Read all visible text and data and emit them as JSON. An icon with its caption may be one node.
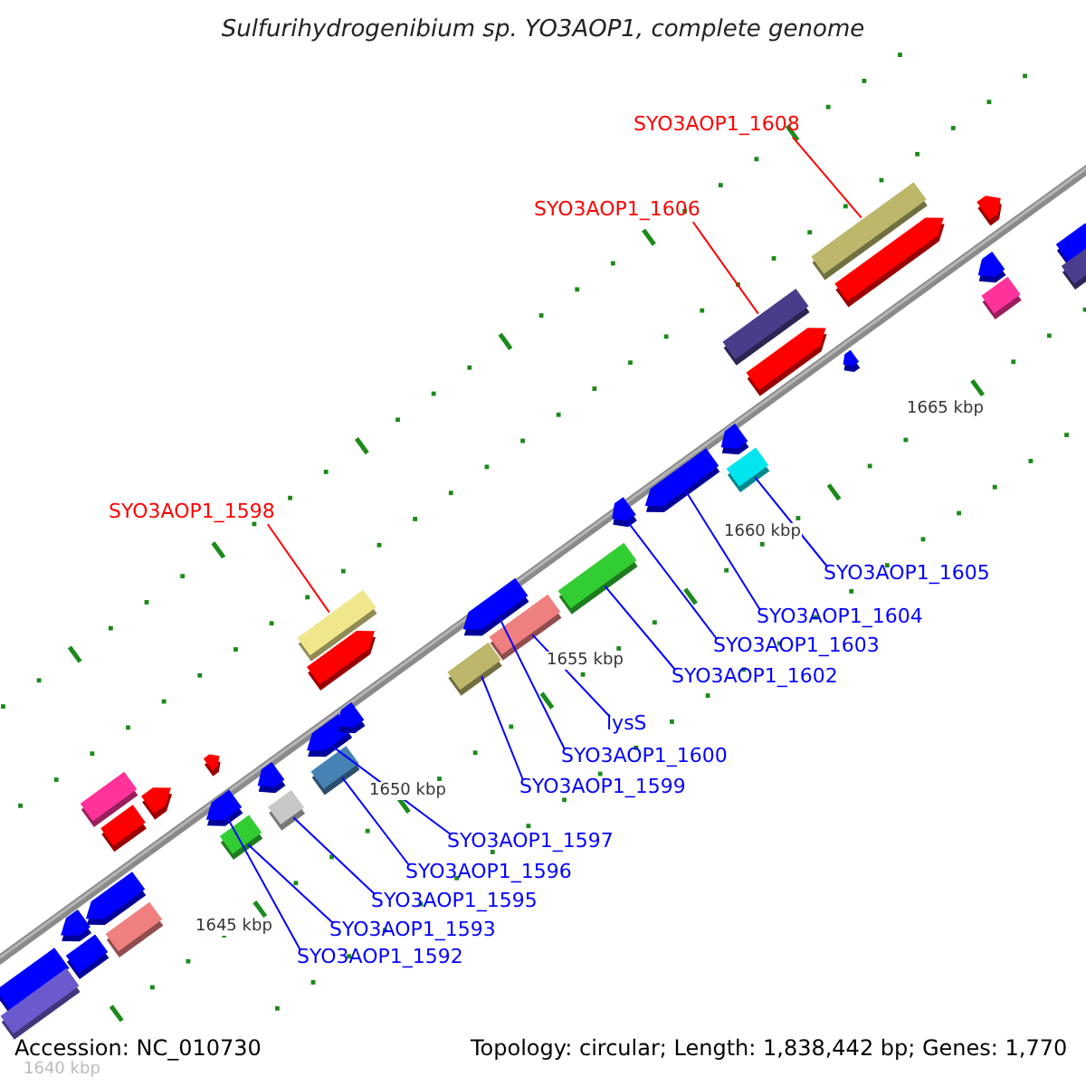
{
  "diagram": {
    "title": "Sulfurihydrogenibium sp. YO3AOP1, complete genome",
    "nodes": [
      {
        "text": [
          "SYO3AOP1_1608"
        ]
      },
      {
        "text": [
          "SYO3AOP1_1606"
        ]
      },
      {
        "text": [
          "SYO3AOP1_1598"
        ]
      },
      {
        "text": [
          "SYO3AOP1_1605"
        ]
      },
      {
        "text": [
          "SYO3AOP1_1604"
        ]
      },
      {
        "text": [
          "SYO3AOP1_1603"
        ]
      },
      {
        "text": [
          "SYO3AOP1_1602"
        ]
      },
      {
        "text": [
          "lysS"
        ]
      },
      {
        "text": [
          "SYO3AOP1_1600"
        ]
      },
      {
        "text": [
          "SYO3AOP1_1599"
        ]
      },
      {
        "text": [
          "SYO3AOP1_1597"
        ]
      },
      {
        "text": [
          "SYO3AOP1_1596"
        ]
      },
      {
        "text": [
          "SYO3AOP1_1595"
        ]
      },
      {
        "text": [
          "SYO3AOP1_1593"
        ]
      },
      {
        "text": [
          "SYO3AOP1_1592"
        ]
      },
      {
        "text": [],
        "shape": "box"
      },
      {
        "text": [],
        "shape": "box"
      },
      {
        "text": [],
        "shape": "box"
      },
      {
        "text": [],
        "shape": "box"
      },
      {
        "text": [],
        "shape": "arrow"
      },
      {
        "text": [],
        "shape": "arrow"
      },
      {
        "text": [],
        "shape": "box"
      },
      {
        "text": [],
        "shape": "box"
      },
      {
        "text": [],
        "shape": "arrow"
      },
      {
        "text": [],
        "shape": "box"
      },
      {
        "text": [],
        "shape": "arrow"
      },
      {
        "text": [],
        "shape": "box"
      },
      {
        "text": [],
        "shape": "box"
      },
      {
        "text": [],
        "shape": "box"
      },
      {
        "text": [],
        "shape": "arrow"
      },
      {
        "text": [],
        "shape": "box"
      },
      {
        "text": [],
        "shape": "box"
      },
      {
        "text": [],
        "shape": "arrow"
      },
      {
        "text": [],
        "shape": "box"
      },
      {
        "text": [],
        "shape": "box"
      },
      {
        "text": [],
        "shape": "arrow"
      },
      {
        "text": [],
        "shape": "box"
      },
      {
        "text": [],
        "shape": "box"
      },
      {
        "text": [],
        "shape": "arrow"
      },
      {
        "text": [],
        "shape": "arrow"
      },
      {
        "text": [],
        "shape": "arrow"
      },
      {
        "text": [],
        "shape": "arrow"
      },
      {
        "text": [],
        "shape": "arrow"
      },
      {
        "text": [],
        "shape": "arrow"
      },
      {
        "text": [],
        "shape": "arrow"
      },
      {
        "text": [],
        "shape": "arrow"
      },
      {
        "text": [],
        "shape": "arrow"
      },
      {
        "text": [],
        "shape": "arrow"
      },
      {
        "text": [],
        "shape": "arrow"
      },
      {
        "text": [],
        "shape": "box"
      },
      {
        "text": [],
        "shape": "box"
      },
      {
        "text": [],
        "shape": "box"
      }
    ],
    "edges": [
      {
        "from": 0,
        "to": 15,
        "arrow": "none",
        "color": "#ff0000"
      },
      {
        "from": 1,
        "to": 16,
        "arrow": "none",
        "color": "#ff0000"
      },
      {
        "from": 2,
        "to": 17,
        "arrow": "none",
        "color": "#ff0000"
      },
      {
        "from": 3,
        "to": 18,
        "arrow": "none"
      },
      {
        "from": 4,
        "to": 19,
        "arrow": "none"
      },
      {
        "from": 5,
        "to": 20,
        "arrow": "none"
      },
      {
        "from": 6,
        "to": 21,
        "arrow": "none"
      },
      {
        "from": 7,
        "to": 22,
        "arrow": "none"
      },
      {
        "from": 8,
        "to": 23,
        "arrow": "none"
      },
      {
        "from": 9,
        "to": 24,
        "arrow": "none"
      },
      {
        "from": 10,
        "to": 25,
        "arrow": "none"
      },
      {
        "from": 11,
        "to": 26,
        "arrow": "none"
      },
      {
        "from": 12,
        "to": 27,
        "arrow": "none"
      },
      {
        "from": 13,
        "to": 28,
        "arrow": "none"
      },
      {
        "from": 14,
        "to": 29,
        "arrow": "none"
      }
    ],
    "labels": [
      "1665 kbp",
      "1660 kbp",
      "1655 kbp",
      "1650 kbp",
      "1645 kbp",
      "Accession: NC_010730",
      "Topology: circular; Length: 1,838,442 bp; Genes: 1,770",
      "1640 kbp"
    ]
  }
}
